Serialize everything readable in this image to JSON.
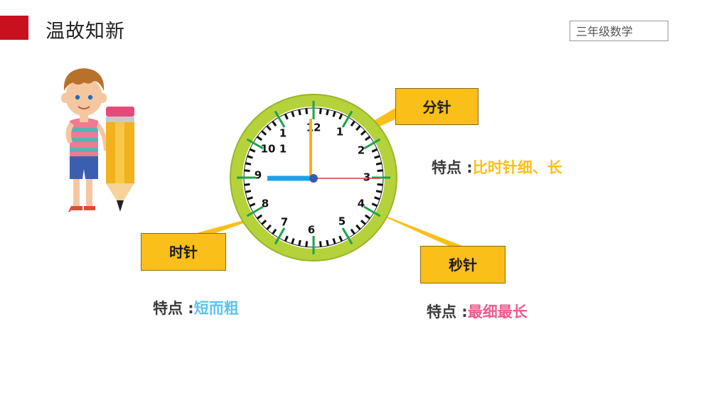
{
  "header": {
    "title": "温故知新",
    "grade": "三年级数学"
  },
  "clock": {
    "numbers": [
      "12",
      "1",
      "2",
      "3",
      "4",
      "5",
      "6",
      "7",
      "8",
      "9",
      "10",
      "1",
      "1"
    ]
  },
  "labels": {
    "minute_hand": "分针",
    "hour_hand": "时针",
    "second_hand": "秒针"
  },
  "features": {
    "minute": {
      "prefix": "特点 :",
      "value": "比时针细、长",
      "color": "#fbbf1a"
    },
    "hour": {
      "prefix": "特点 :",
      "value": "短而粗",
      "color": "#5bc3ee"
    },
    "second": {
      "prefix": "特点 :",
      "value": "最细最长",
      "color": "#ef5b8c"
    }
  },
  "colors": {
    "accent_red": "#c9101f",
    "box_yellow": "#fbbf1a",
    "ring_green": "#b6d23a"
  }
}
